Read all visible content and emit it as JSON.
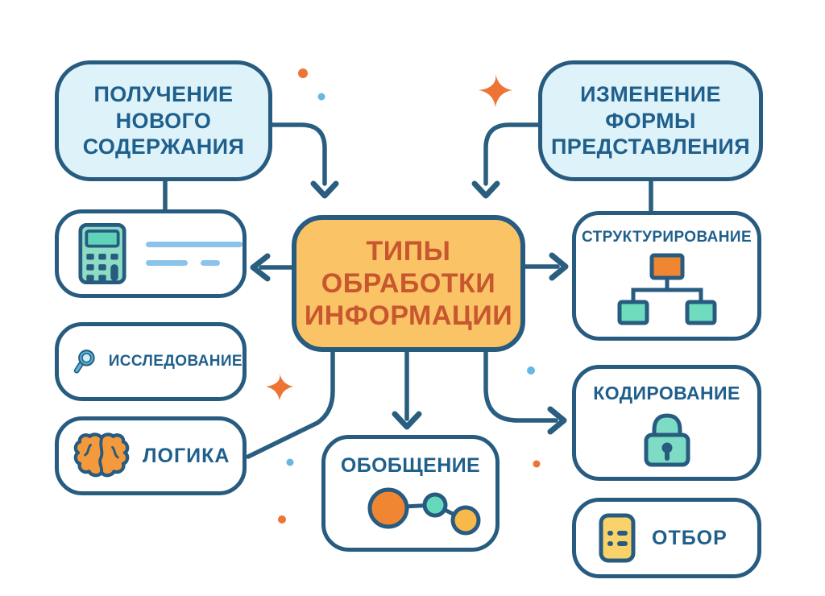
{
  "colors": {
    "navy": "#275b80",
    "text-blue": "#1f5f8b",
    "light-blue-fill": "#def2fa",
    "center-fill": "#f9c366",
    "center-text": "#c8562f",
    "teal": "#7edcc4",
    "teal-dark": "#5fd3b8",
    "orange": "#f08532",
    "brain-orange": "#f59a3c",
    "yellow": "#f9d269",
    "circle-yellow": "#f9b84a",
    "line-blue": "#8ac4ea",
    "dot-blue": "#68b6e2",
    "dot-orange": "#ed7434"
  },
  "center": {
    "label": "ТИПЫ ОБРАБОТКИ ИНФОРМАЦИИ"
  },
  "branches": {
    "new_content": {
      "label": "ПОЛУЧЕНИЕ НОВОГО СОДЕРЖАНИЯ"
    },
    "form_change": {
      "label": "ИЗМЕНЕНИЕ ФОРМЫ ПРЕДСТАВЛЕНИЯ"
    }
  },
  "nodes": {
    "computation": {
      "icon": "calculator-icon"
    },
    "research": {
      "label": "ИССЛЕДОВАНИЕ",
      "icon": "magnifier-icon"
    },
    "logic": {
      "label": "ЛОГИКА",
      "icon": "brain-icon"
    },
    "generalization": {
      "label": "ОБОБЩЕНИЕ",
      "icon": "linked-circles-icon"
    },
    "structuring": {
      "label": "СТРУКТУРИРОВАНИЕ",
      "icon": "org-chart-icon"
    },
    "coding": {
      "label": "КОДИРОВАНИЕ",
      "icon": "padlock-icon"
    },
    "selection": {
      "label": "ОТБОР",
      "icon": "checklist-icon"
    }
  }
}
